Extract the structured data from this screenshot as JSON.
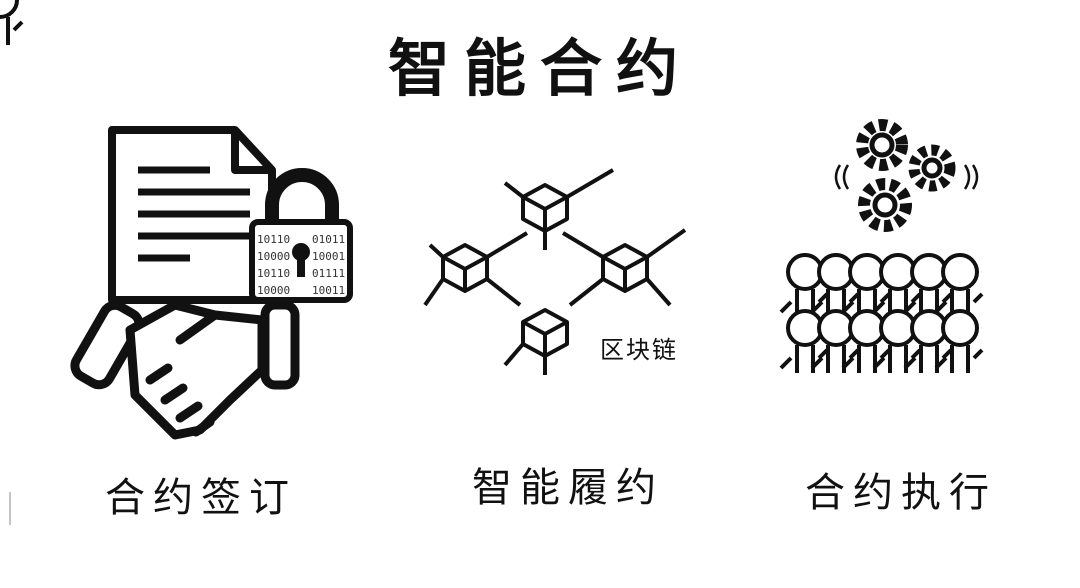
{
  "title": "智能合约",
  "sections": [
    {
      "label": "合约签订",
      "icon": "handshake-document-lock-icon"
    },
    {
      "label": "智能履约",
      "icon": "blockchain-icon",
      "caption": "区块链"
    },
    {
      "label": "合约执行",
      "icon": "gears-crowd-icon"
    }
  ],
  "colors": {
    "ink": "#111111",
    "background": "#ffffff"
  }
}
